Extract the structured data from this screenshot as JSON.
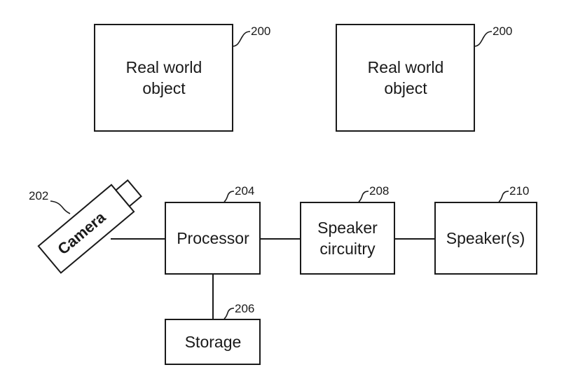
{
  "real_objects": [
    {
      "label_line1": "Real world",
      "label_line2": "object",
      "ref": "200"
    },
    {
      "label_line1": "Real world",
      "label_line2": "object",
      "ref": "200"
    }
  ],
  "camera": {
    "label": "Camera",
    "ref": "202"
  },
  "processor": {
    "label": "Processor",
    "ref": "204"
  },
  "storage": {
    "label": "Storage",
    "ref": "206"
  },
  "speaker_circuitry": {
    "label_line1": "Speaker",
    "label_line2": "circuitry",
    "ref": "208"
  },
  "speakers": {
    "label": "Speaker(s)",
    "ref": "210"
  }
}
